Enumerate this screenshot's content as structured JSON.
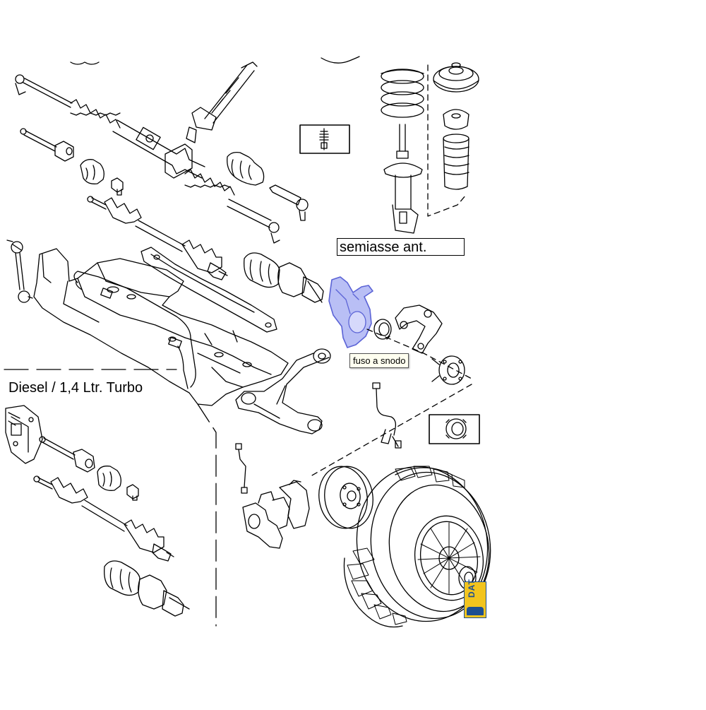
{
  "labels": {
    "semiasse": "semiasse ant.",
    "diesel": "Diesel / 1,4 Ltr. Turbo",
    "fuso": "fuso a snodo"
  },
  "logo": {
    "text": "DAT",
    "icon": "dat-logo-icon"
  },
  "colors": {
    "line": "#000000",
    "highlight_fill": "#b9bff5",
    "highlight_stroke": "#5b63d6",
    "logo_yellow": "#f2c41e",
    "logo_blue": "#1d4f91"
  }
}
